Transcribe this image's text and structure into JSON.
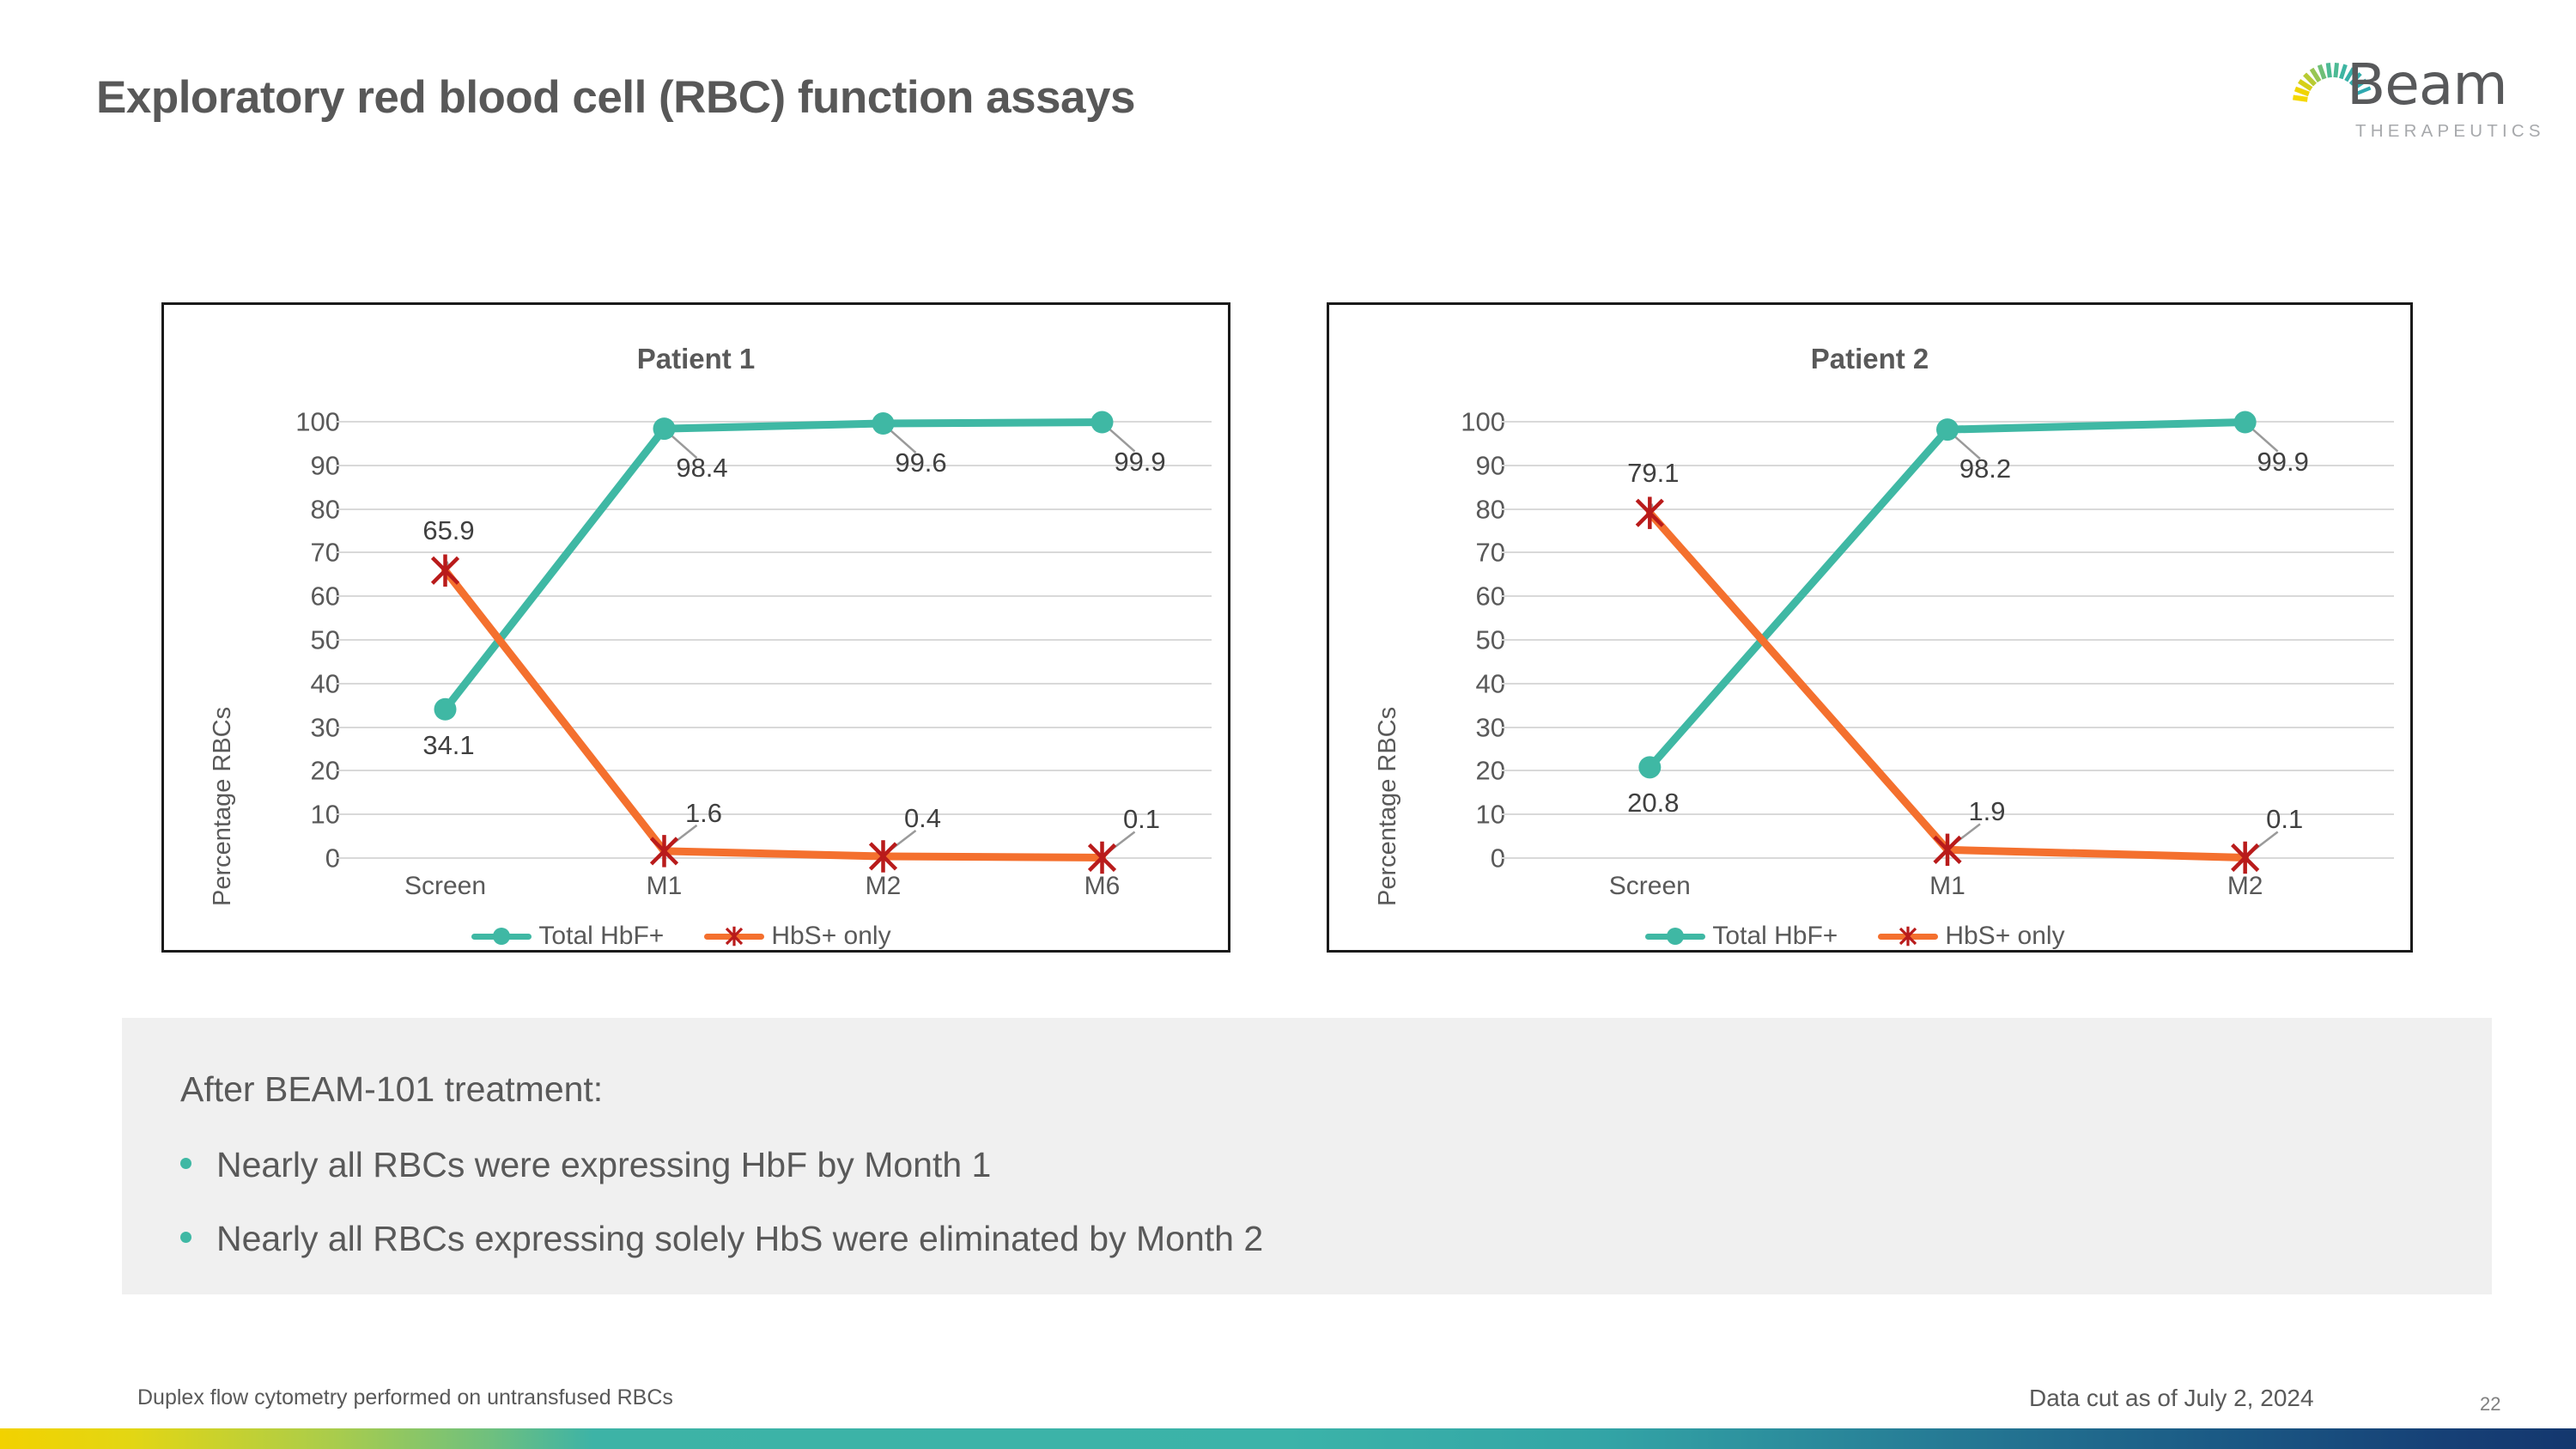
{
  "slide": {
    "title": "Exploratory red blood cell (RBC) function assays",
    "page_number": "22"
  },
  "logo": {
    "wordmark": "Beam",
    "tagline": "THERAPEUTICS",
    "ray_colors": [
      "#F5D800",
      "#F0D400",
      "#D6CF18",
      "#B8CB33",
      "#97C653",
      "#6FBF77",
      "#4DBA94",
      "#3DB5A2",
      "#36B0A8",
      "#33ADAB",
      "#31AAAE",
      "#2FA8B0"
    ]
  },
  "colors": {
    "teal": "#3FB8A4",
    "orange": "#F4702E",
    "marker_x": "#B91B1B",
    "gridline": "#D9D9D9",
    "text_gray": "#595959",
    "callout_bg": "#F0F0F0",
    "bullet": "#3FB8A4"
  },
  "chart_data": [
    {
      "type": "line",
      "title": "Patient 1",
      "xlabel": "",
      "ylabel": "Percentage RBCs",
      "categories": [
        "Screen",
        "M1",
        "M2",
        "M6"
      ],
      "yticks": [
        100,
        90,
        80,
        70,
        60,
        50,
        40,
        30,
        20,
        10,
        0
      ],
      "ylim": [
        0,
        100
      ],
      "grid": true,
      "legend_position": "bottom",
      "series": [
        {
          "name": "Total HbF+",
          "color": "#3FB8A4",
          "marker": "circle",
          "values": [
            34.1,
            98.4,
            99.6,
            99.9
          ],
          "labels": [
            "34.1",
            "98.4",
            "99.6",
            "99.9"
          ]
        },
        {
          "name": "HbS+ only",
          "color": "#F4702E",
          "marker": "x",
          "values": [
            65.9,
            1.6,
            0.4,
            0.1
          ],
          "labels": [
            "65.9",
            "1.6",
            "0.4",
            "0.1"
          ]
        }
      ]
    },
    {
      "type": "line",
      "title": "Patient 2",
      "xlabel": "",
      "ylabel": "Percentage RBCs",
      "categories": [
        "Screen",
        "M1",
        "M2"
      ],
      "yticks": [
        100,
        90,
        80,
        70,
        60,
        50,
        40,
        30,
        20,
        10,
        0
      ],
      "ylim": [
        0,
        100
      ],
      "grid": true,
      "legend_position": "bottom",
      "series": [
        {
          "name": "Total HbF+",
          "color": "#3FB8A4",
          "marker": "circle",
          "values": [
            20.8,
            98.2,
            99.9
          ],
          "labels": [
            "20.8",
            "98.2",
            "99.9"
          ]
        },
        {
          "name": "HbS+ only",
          "color": "#F4702E",
          "marker": "x",
          "values": [
            79.1,
            1.9,
            0.1
          ],
          "labels": [
            "79.1",
            "1.9",
            "0.1"
          ]
        }
      ]
    }
  ],
  "callout": {
    "heading": "After BEAM-101 treatment:",
    "bullets": [
      "Nearly all RBCs were expressing HbF by Month 1",
      "Nearly all RBCs expressing solely HbS were eliminated by Month 2"
    ]
  },
  "footer": {
    "left_note": "Duplex flow cytometry performed on untransfused RBCs",
    "right_note": "Data cut as of July 2, 2024"
  }
}
